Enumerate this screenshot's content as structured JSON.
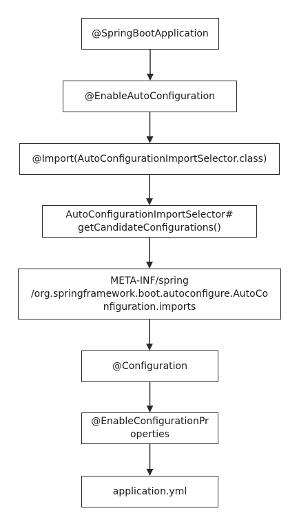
{
  "nodes": [
    {
      "id": "springbootapplication",
      "lines": [
        "@SpringBootApplication"
      ]
    },
    {
      "id": "enableautoconfiguration",
      "lines": [
        "@EnableAutoConfiguration"
      ]
    },
    {
      "id": "import",
      "lines": [
        "@Import(AutoConfigurationImportSelector.class)"
      ]
    },
    {
      "id": "selector-method",
      "lines": [
        "AutoConfigurationImportSelector#",
        "getCandidateConfigurations()"
      ]
    },
    {
      "id": "imports-file",
      "lines": [
        "META-INF/spring",
        "/org.springframework.boot.autoconfigure.AutoCo",
        "nfiguration.imports"
      ]
    },
    {
      "id": "configuration",
      "lines": [
        "@Configuration"
      ]
    },
    {
      "id": "enableconfigurationproperties",
      "lines": [
        "@EnableConfigurationPr",
        "operties"
      ]
    },
    {
      "id": "application-yml",
      "lines": [
        "application.yml"
      ]
    }
  ],
  "edges": [
    {
      "from": "springbootapplication",
      "to": "enableautoconfiguration"
    },
    {
      "from": "enableautoconfiguration",
      "to": "import"
    },
    {
      "from": "import",
      "to": "selector-method"
    },
    {
      "from": "selector-method",
      "to": "imports-file"
    },
    {
      "from": "imports-file",
      "to": "configuration"
    },
    {
      "from": "configuration",
      "to": "enableconfigurationproperties"
    },
    {
      "from": "enableconfigurationproperties",
      "to": "application-yml"
    }
  ]
}
